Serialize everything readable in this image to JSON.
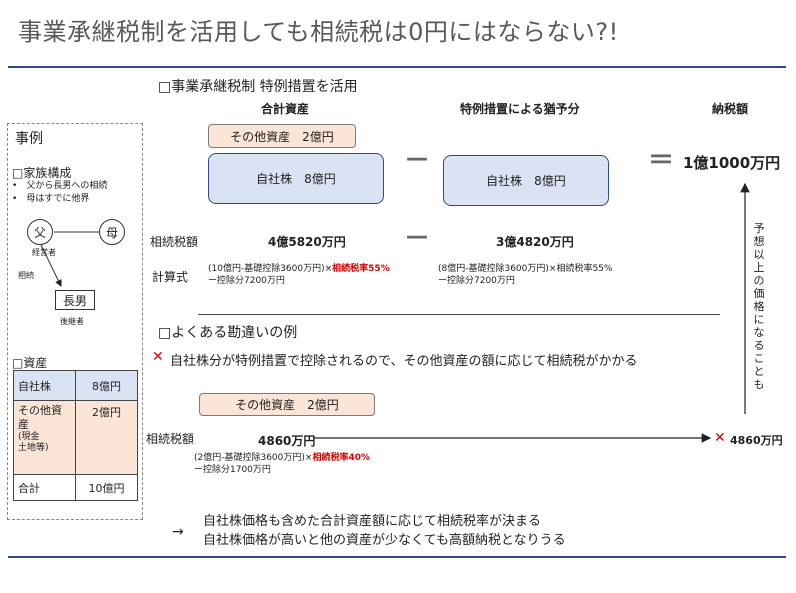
{
  "title": "事業承継税制を活用しても相続税は0円にはならない?!",
  "section1": {
    "heading": "□事業承継税制 特例措置を活用",
    "col_total_assets": "合計資産",
    "col_deferral": "特例措置による猶予分",
    "col_tax": "納税額",
    "other_assets_box": "その他資産　2億円",
    "own_stock_box": "自社株　8億円",
    "deferral_box": "自社株　8億円",
    "minus_sign": "－",
    "equals_sign": "＝",
    "result_tax": "1億1000万円",
    "tax_label": "相続税額",
    "tax_total": "4億5820万円",
    "tax_deferral": "3億4820万円",
    "calc_label": "計算式",
    "formula1_line1": "(10億円-基礎控除3600万円)×",
    "formula1_rate": "相続税率55%",
    "formula1_line2": "ー控除分7200万円",
    "formula2_line1": "(8億円-基礎控除3600万円)×相続税率55%",
    "formula2_line2": "ー控除分7200万円"
  },
  "section2": {
    "heading": "□よくある勘違いの例",
    "mark": "✕",
    "misconception": "自社株分が特例措置で控除されるので、その他資産の額に応じて相続税がかかる",
    "other_assets_box": "その他資産　2億円",
    "tax_label": "相続税額",
    "tax_value": "4860万円",
    "formula_line1": "(2億円-基礎控除3600万円)×",
    "formula_rate": "相続税率40%",
    "formula_line2": "ー控除分1700万円",
    "result_mark": "✕",
    "result_value": "4860万円"
  },
  "vertical_note": "予想以上の価格になることも",
  "panel": {
    "title": "事例",
    "family_heading": "□家族構成",
    "bullets": [
      "父から長男への相続",
      "母はすでに他界"
    ],
    "father": "父",
    "mother": "母",
    "manager": "経営者",
    "inherit": "相続",
    "son": "長男",
    "successor": "後継者",
    "assets_heading": "□資産",
    "assets": {
      "row1_label": "自社株",
      "row1_value": "8億円",
      "row2_label": "その他資産",
      "row2_sub1": "(現金",
      "row2_sub2": "土地等)",
      "row2_value": "2億円",
      "row3_label": "合計",
      "row3_value": "10億円"
    }
  },
  "conclusion": {
    "arrow": "→",
    "line1": "自社株価格も含めた合計資産額に応じて相続税率が決まる",
    "line2": "自社株価格が高いと他の資産が少なくても高額納税となりうる"
  }
}
